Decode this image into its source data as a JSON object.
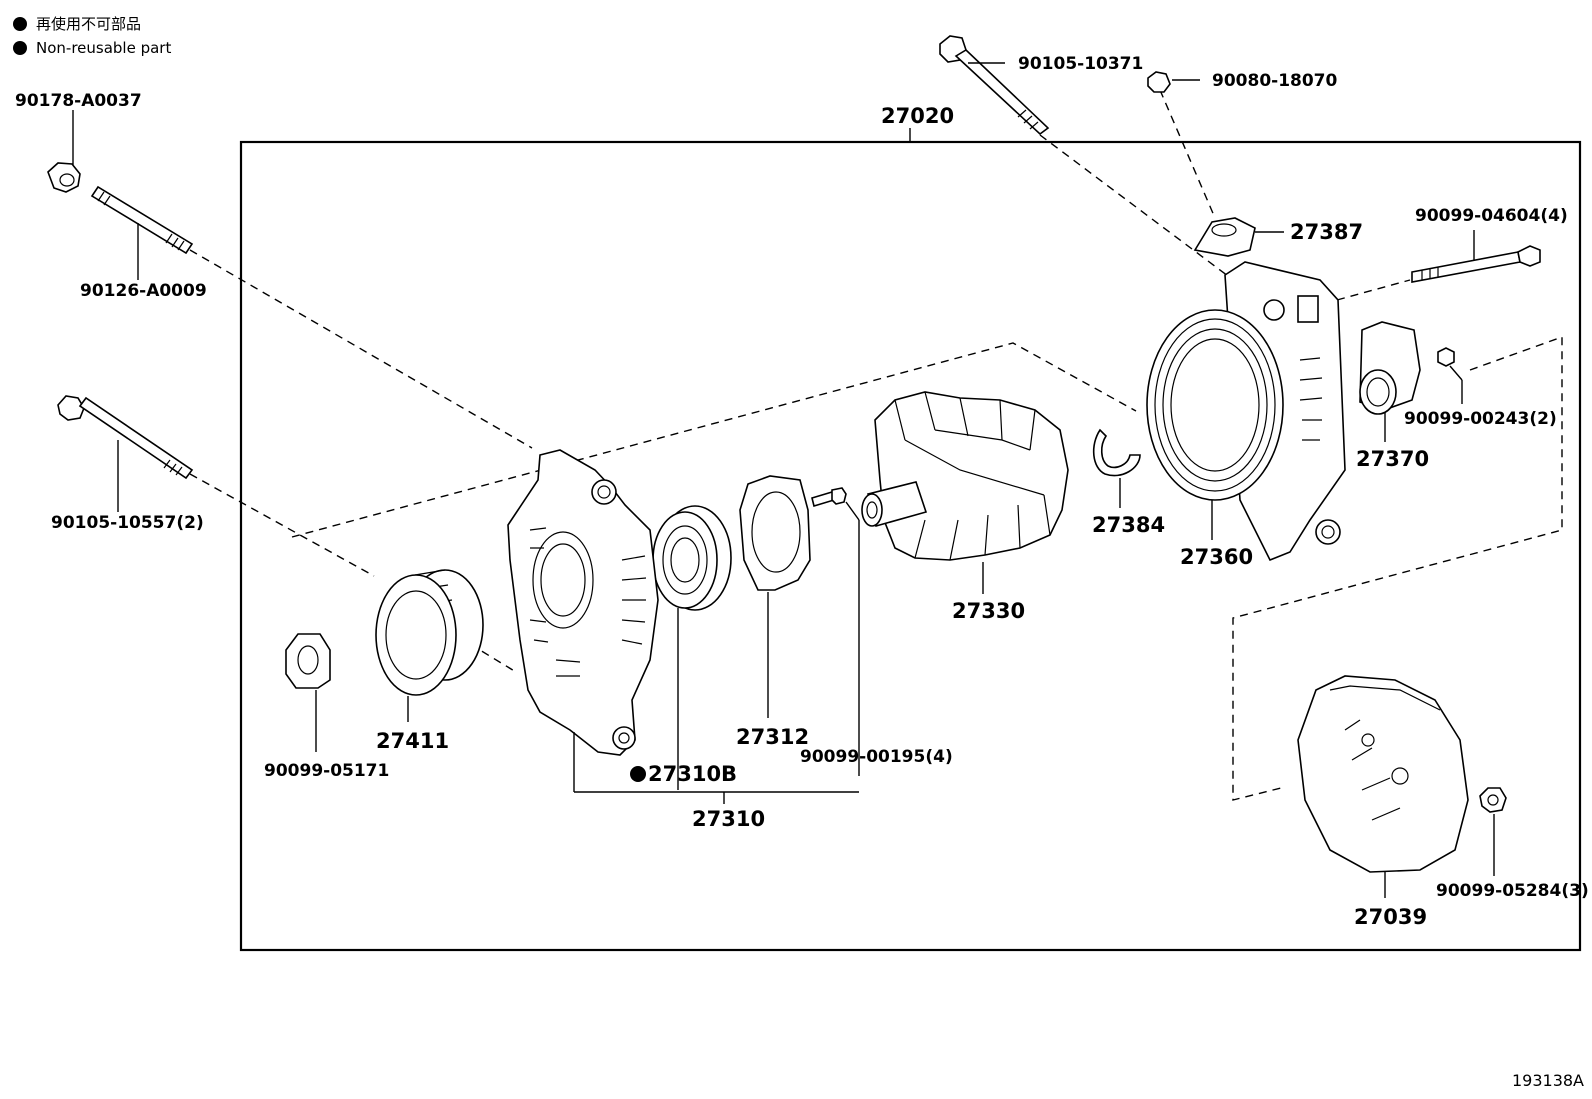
{
  "legend": {
    "japanese": "再使用不可部品",
    "english": "Non-reusable part",
    "marker_icon": "filled-circle"
  },
  "assembly_label": "27020",
  "parts": {
    "p90178": "90178-A0037",
    "p90126": "90126-A0009",
    "p90105_10557": "90105-10557(2)",
    "p90105_10371": "90105-10371",
    "p90080": "90080-18070",
    "p27387": "27387",
    "p90099_04604": "90099-04604(4)",
    "p90099_00243": "90099-00243(2)",
    "p27370": "27370",
    "p27360": "27360",
    "p27384": "27384",
    "p27330": "27330",
    "p90099_00195": "90099-00195(4)",
    "p27312": "27312",
    "p27310B": "27310B",
    "p27310": "27310",
    "p27411": "27411",
    "p90099_05171": "90099-05171",
    "p27039": "27039",
    "p90099_05284": "90099-05284(3)"
  },
  "drawing_id": "193138A"
}
